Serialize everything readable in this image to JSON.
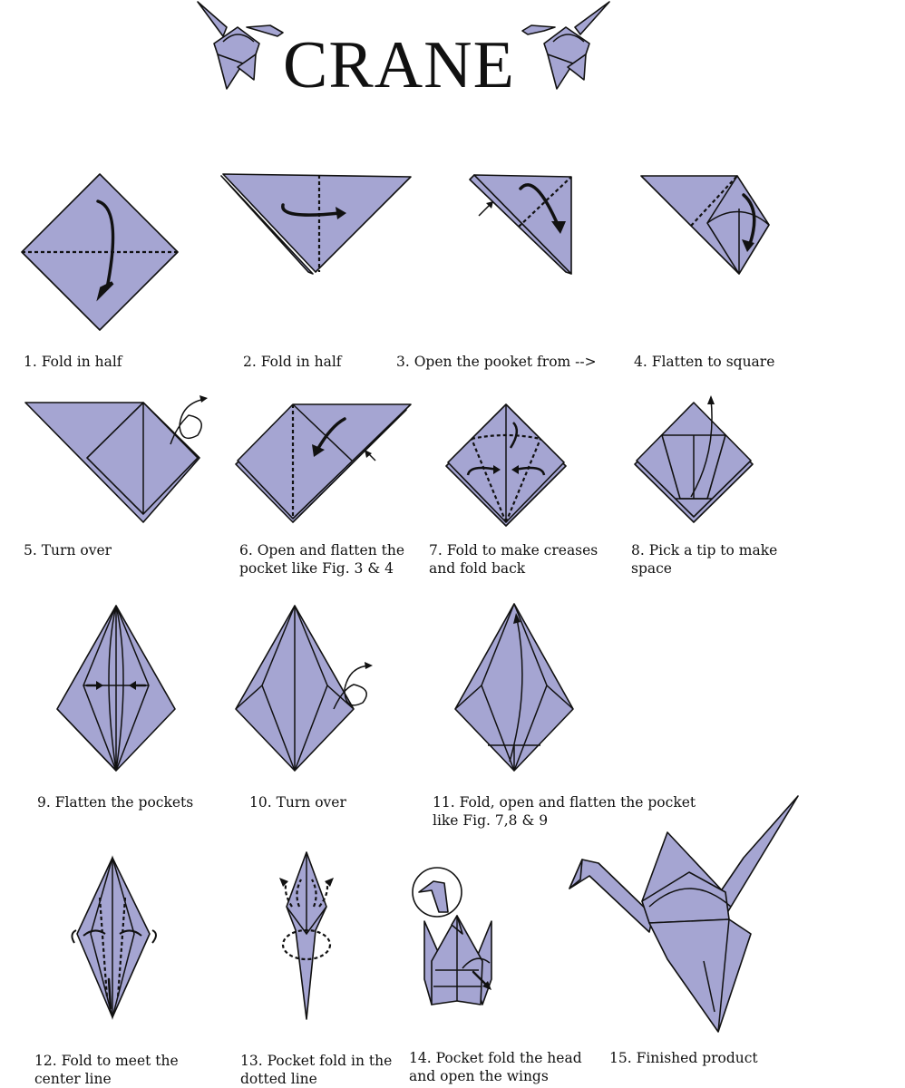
{
  "title": "CRANE",
  "paper_color": "#a5a5d2",
  "steps": [
    {
      "label": "1. Fold in half"
    },
    {
      "label": "2. Fold in half"
    },
    {
      "label": "3. Open the pooket from -->"
    },
    {
      "label": "4. Flatten to square"
    },
    {
      "label": "5. Turn over"
    },
    {
      "label": "6. Open and flatten the",
      "label2": "pocket like Fig. 3 & 4"
    },
    {
      "label": "7. Fold to make creases",
      "label2": "and fold back"
    },
    {
      "label": "8. Pick a tip to make",
      "label2": "space"
    },
    {
      "label": "9. Flatten the pockets"
    },
    {
      "label": "10. Turn over"
    },
    {
      "label": "11. Fold, open and flatten the pocket",
      "label2": "like Fig. 7,8 & 9"
    },
    {
      "label": "12. Fold to meet the",
      "label2": "center line"
    },
    {
      "label": "13. Pocket fold in the",
      "label2": "dotted line"
    },
    {
      "label": "14. Pocket fold the head",
      "label2": "and open the wings"
    },
    {
      "label": "15. Finished product"
    }
  ]
}
